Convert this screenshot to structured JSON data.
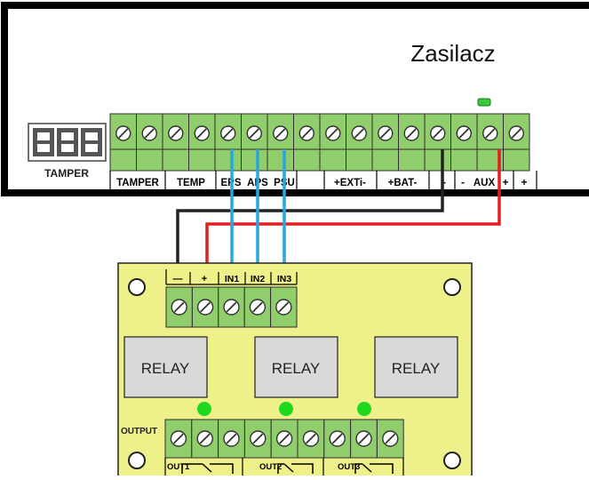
{
  "psu": {
    "title": "Zasilacz",
    "tamper_jumper_label": "TAMPER",
    "terminal_count": 16,
    "labels": [
      {
        "text": "TAMPER"
      },
      {
        "text": "TEMP"
      },
      {
        "text": "EPS"
      },
      {
        "text": "APS"
      },
      {
        "text": "PSU"
      },
      {
        "text": "+EXTi-"
      },
      {
        "text": "+BAT-"
      },
      {
        "text": "-"
      },
      {
        "text": "-"
      },
      {
        "text": "AUX"
      },
      {
        "text": "+"
      },
      {
        "text": "+"
      }
    ]
  },
  "module": {
    "input_labels": [
      "—",
      "+",
      "IN1",
      "IN2",
      "IN3"
    ],
    "relay_labels": [
      "RELAY",
      "RELAY",
      "RELAY"
    ],
    "output_label": "OUTPUT",
    "out_labels": [
      "OUT1",
      "OUT2",
      "OUT3"
    ]
  },
  "colors": {
    "terminal_green": "#8fce6a",
    "board_yellow": "#eef08a",
    "relay_gray": "#d9d9d9",
    "led_green": "#1ed81e",
    "wire_black": "#222222",
    "wire_red": "#e02020",
    "wire_blue": "#2aa6e0"
  }
}
